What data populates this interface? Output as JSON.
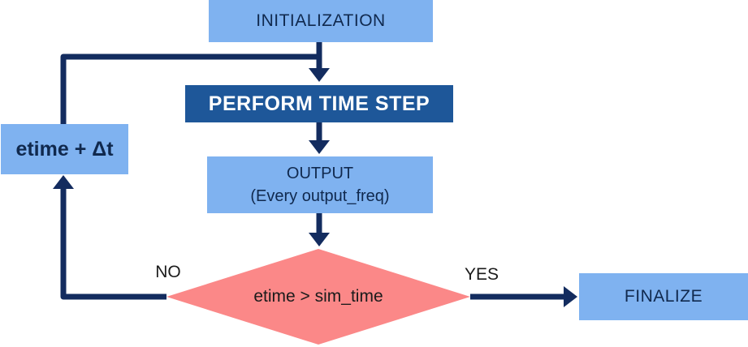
{
  "diagram": {
    "description": "Simulation time-loop flowchart",
    "nodes": {
      "initialization": {
        "label": "INITIALIZATION"
      },
      "perform_time_step": {
        "label": "PERFORM TIME STEP"
      },
      "output": {
        "label": "OUTPUT",
        "sublabel": "(Every output_freq)"
      },
      "decision": {
        "label": "etime > sim_time"
      },
      "increment": {
        "label": "etime + Δt"
      },
      "finalize": {
        "label": "FINALIZE"
      }
    },
    "edges": {
      "no_label": "NO",
      "yes_label": "YES"
    },
    "colors": {
      "box_fill": "#7FB2F0",
      "highlight_box_fill": "#1E5799",
      "diamond_fill": "#FB8888",
      "arrow": "#132C5F",
      "box_text": "#10294E",
      "highlight_box_text": "#FFFFFF",
      "decision_text": "#1B1B1B"
    }
  }
}
